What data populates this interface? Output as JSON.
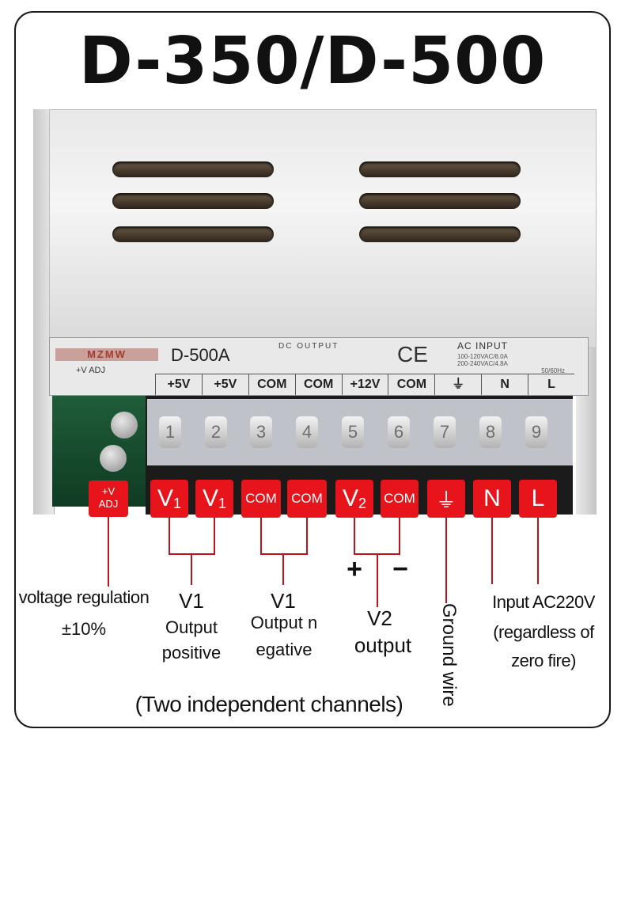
{
  "title": "D-350/D-500",
  "unit_label": {
    "brand": "MZMW",
    "model": "D-500A",
    "dc_output": "DC OUTPUT",
    "ac_input": "AC INPUT",
    "ac_spec_1": "100-120VAC/8.0A",
    "ac_spec_2": "200-240VAC/4.8A",
    "ac_spec_3": "50/60Hz",
    "vadj": "+V ADJ",
    "terminal_labels": [
      "+5V",
      "+5V",
      "COM",
      "COM",
      "+12V",
      "COM",
      "⏚",
      "N",
      "L"
    ],
    "screw_numbers": [
      "1",
      "2",
      "3",
      "4",
      "5",
      "6",
      "7",
      "8",
      "9"
    ]
  },
  "tags": {
    "adj_top": "+V",
    "adj_bottom": "ADJ",
    "v1a": "V",
    "v1a_sub": "1",
    "v1b": "V",
    "v1b_sub": "1",
    "com1": "COM",
    "com2": "COM",
    "v2": "V",
    "v2_sub": "2",
    "com3": "COM",
    "ground": "⏚",
    "n": "N",
    "l": "L"
  },
  "annotations": {
    "voltage_regulation": "voltage regulation",
    "voltage_range": "±10%",
    "v1_pos_title": "V1",
    "v1_pos_line1": "Output",
    "v1_pos_line2": "positive",
    "v1_neg_title": "V1",
    "v1_neg_line1": "Output n",
    "v1_neg_line2": "egative",
    "plus": "+",
    "minus": "−",
    "v2_title": "V2",
    "v2_line": "output",
    "ground_wire": "Ground wire",
    "input_line1": "Input AC220V",
    "input_line2": "(regardless of",
    "input_line3": "zero fire)",
    "channels": "(Two independent channels)"
  },
  "colors": {
    "tag_red": "#e8141c",
    "line_red": "#c0121a"
  }
}
